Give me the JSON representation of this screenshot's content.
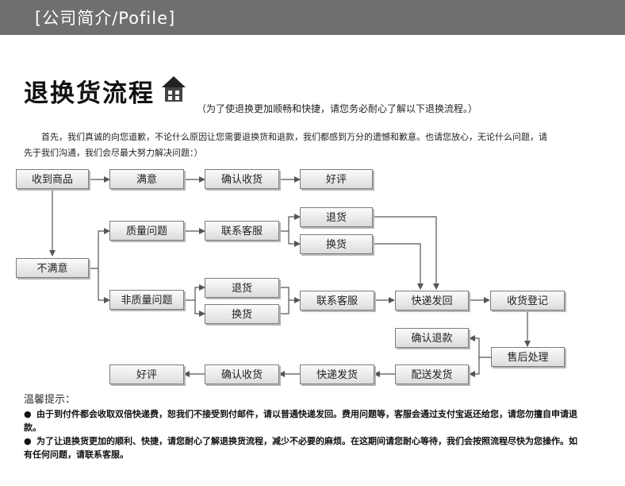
{
  "header": {
    "title": "[公司简介/Pofile]"
  },
  "heading": {
    "title": "退换货流程",
    "subtitle": "（为了使退换更加顺畅和快捷，请您务必耐心了解以下退换流程。）"
  },
  "intro": "首先，我们真诚的向您道歉，不论什么原因让您需要退换货和退款，我们都感到万分的遗憾和歉意。也请您放心，无论什么问题，请先于我们沟通，我们会尽最大努力解决问题：）",
  "flow": {
    "receive": "收到商品",
    "satisfied": "满意",
    "confirm_receipt_top": "确认收货",
    "good_review_top": "好评",
    "unsatisfied": "不满意",
    "quality_issue": "质量问题",
    "contact_cs_top": "联系客服",
    "return_top": "退货",
    "exchange_top": "换货",
    "non_quality_issue": "非质量问题",
    "return_mid": "退货",
    "exchange_mid": "换货",
    "contact_cs_mid": "联系客服",
    "express_return": "快递发回",
    "receipt_register": "收货登记",
    "confirm_refund": "确认退款",
    "after_sales": "售后处理",
    "ship_delivery": "配送发货",
    "express_ship": "快递发货",
    "confirm_receipt_bottom": "确认收货",
    "good_review_bottom": "好评"
  },
  "tips": {
    "title": "温馨提示：",
    "items": [
      "由于到付件都会收取双倍快递费，恕我们不接受到付邮件，请以普通快递发回。费用问题等，客服会通过支付宝返还给您，请您勿擅自申请退款。",
      "为了让退换货更加的顺利、快捷，请您耐心了解退换货流程，减少不必要的麻烦。在这期间请您耐心等待，我们会按照流程尽快为您操作。如有任何问题，请联系客服。"
    ],
    "bullet": "●"
  },
  "colors": {
    "header_bg": "#6f6f6f",
    "box_border": "#7d7d7d",
    "arrow": "#555555"
  }
}
